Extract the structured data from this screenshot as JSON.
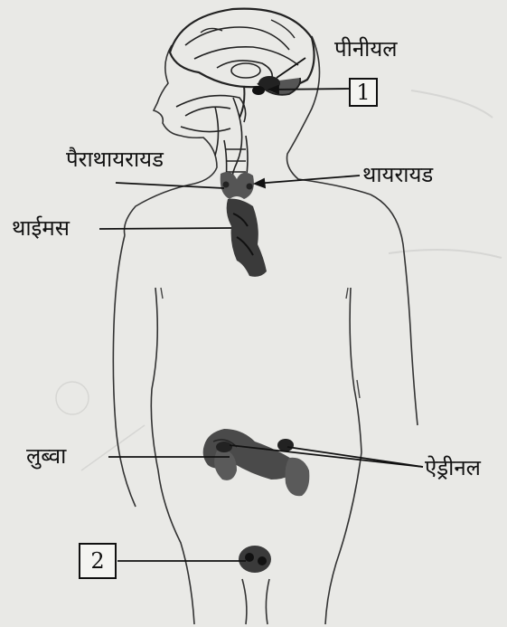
{
  "labels": {
    "pineal": "पीनीयल",
    "box1": "1",
    "parathyroid": "पैराथायरायड",
    "thyroid": "थायरायड",
    "thymus": "थाईमस",
    "pancreas": "लुब्वा",
    "adrenal": "ऐड्रीनल",
    "box2": "2"
  },
  "colors": {
    "ink": "#1a1a1a",
    "gland": "#3a3a3a",
    "paper": "#e9e9e6"
  }
}
